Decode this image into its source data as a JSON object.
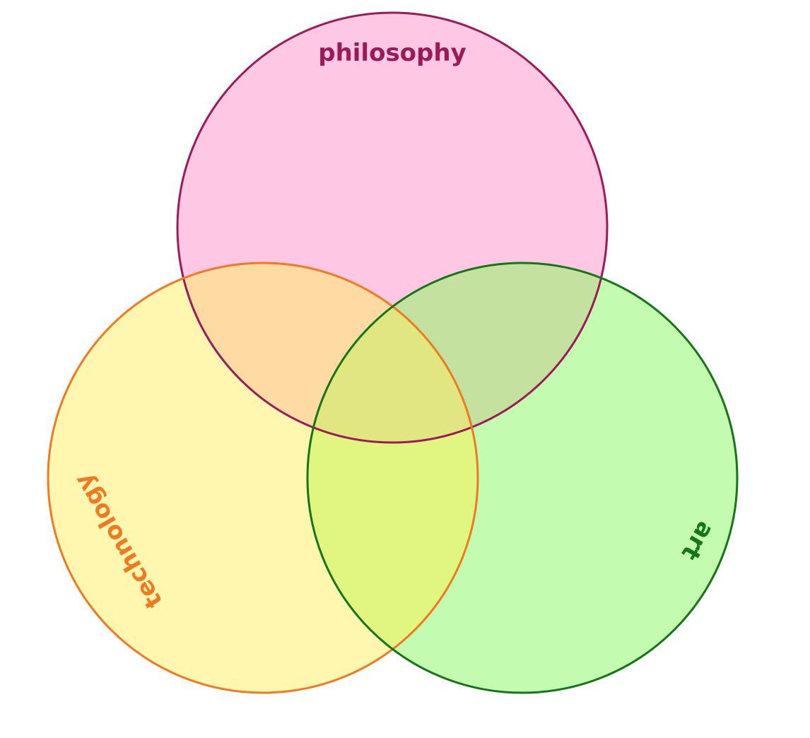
{
  "diagram": {
    "type": "venn",
    "sets": [
      {
        "id": "philosophy",
        "label": "philosophy",
        "fill": "#fec8e4",
        "stroke": "#9b1a5a",
        "text_color": "#9b1a5a"
      },
      {
        "id": "technology",
        "label": "technology",
        "fill": "#fff6b0",
        "stroke": "#ee7a22",
        "text_color": "#ee7a22"
      },
      {
        "id": "art",
        "label": "art",
        "fill": "#c3fcb0",
        "stroke": "#157517",
        "text_color": "#157517"
      }
    ]
  }
}
